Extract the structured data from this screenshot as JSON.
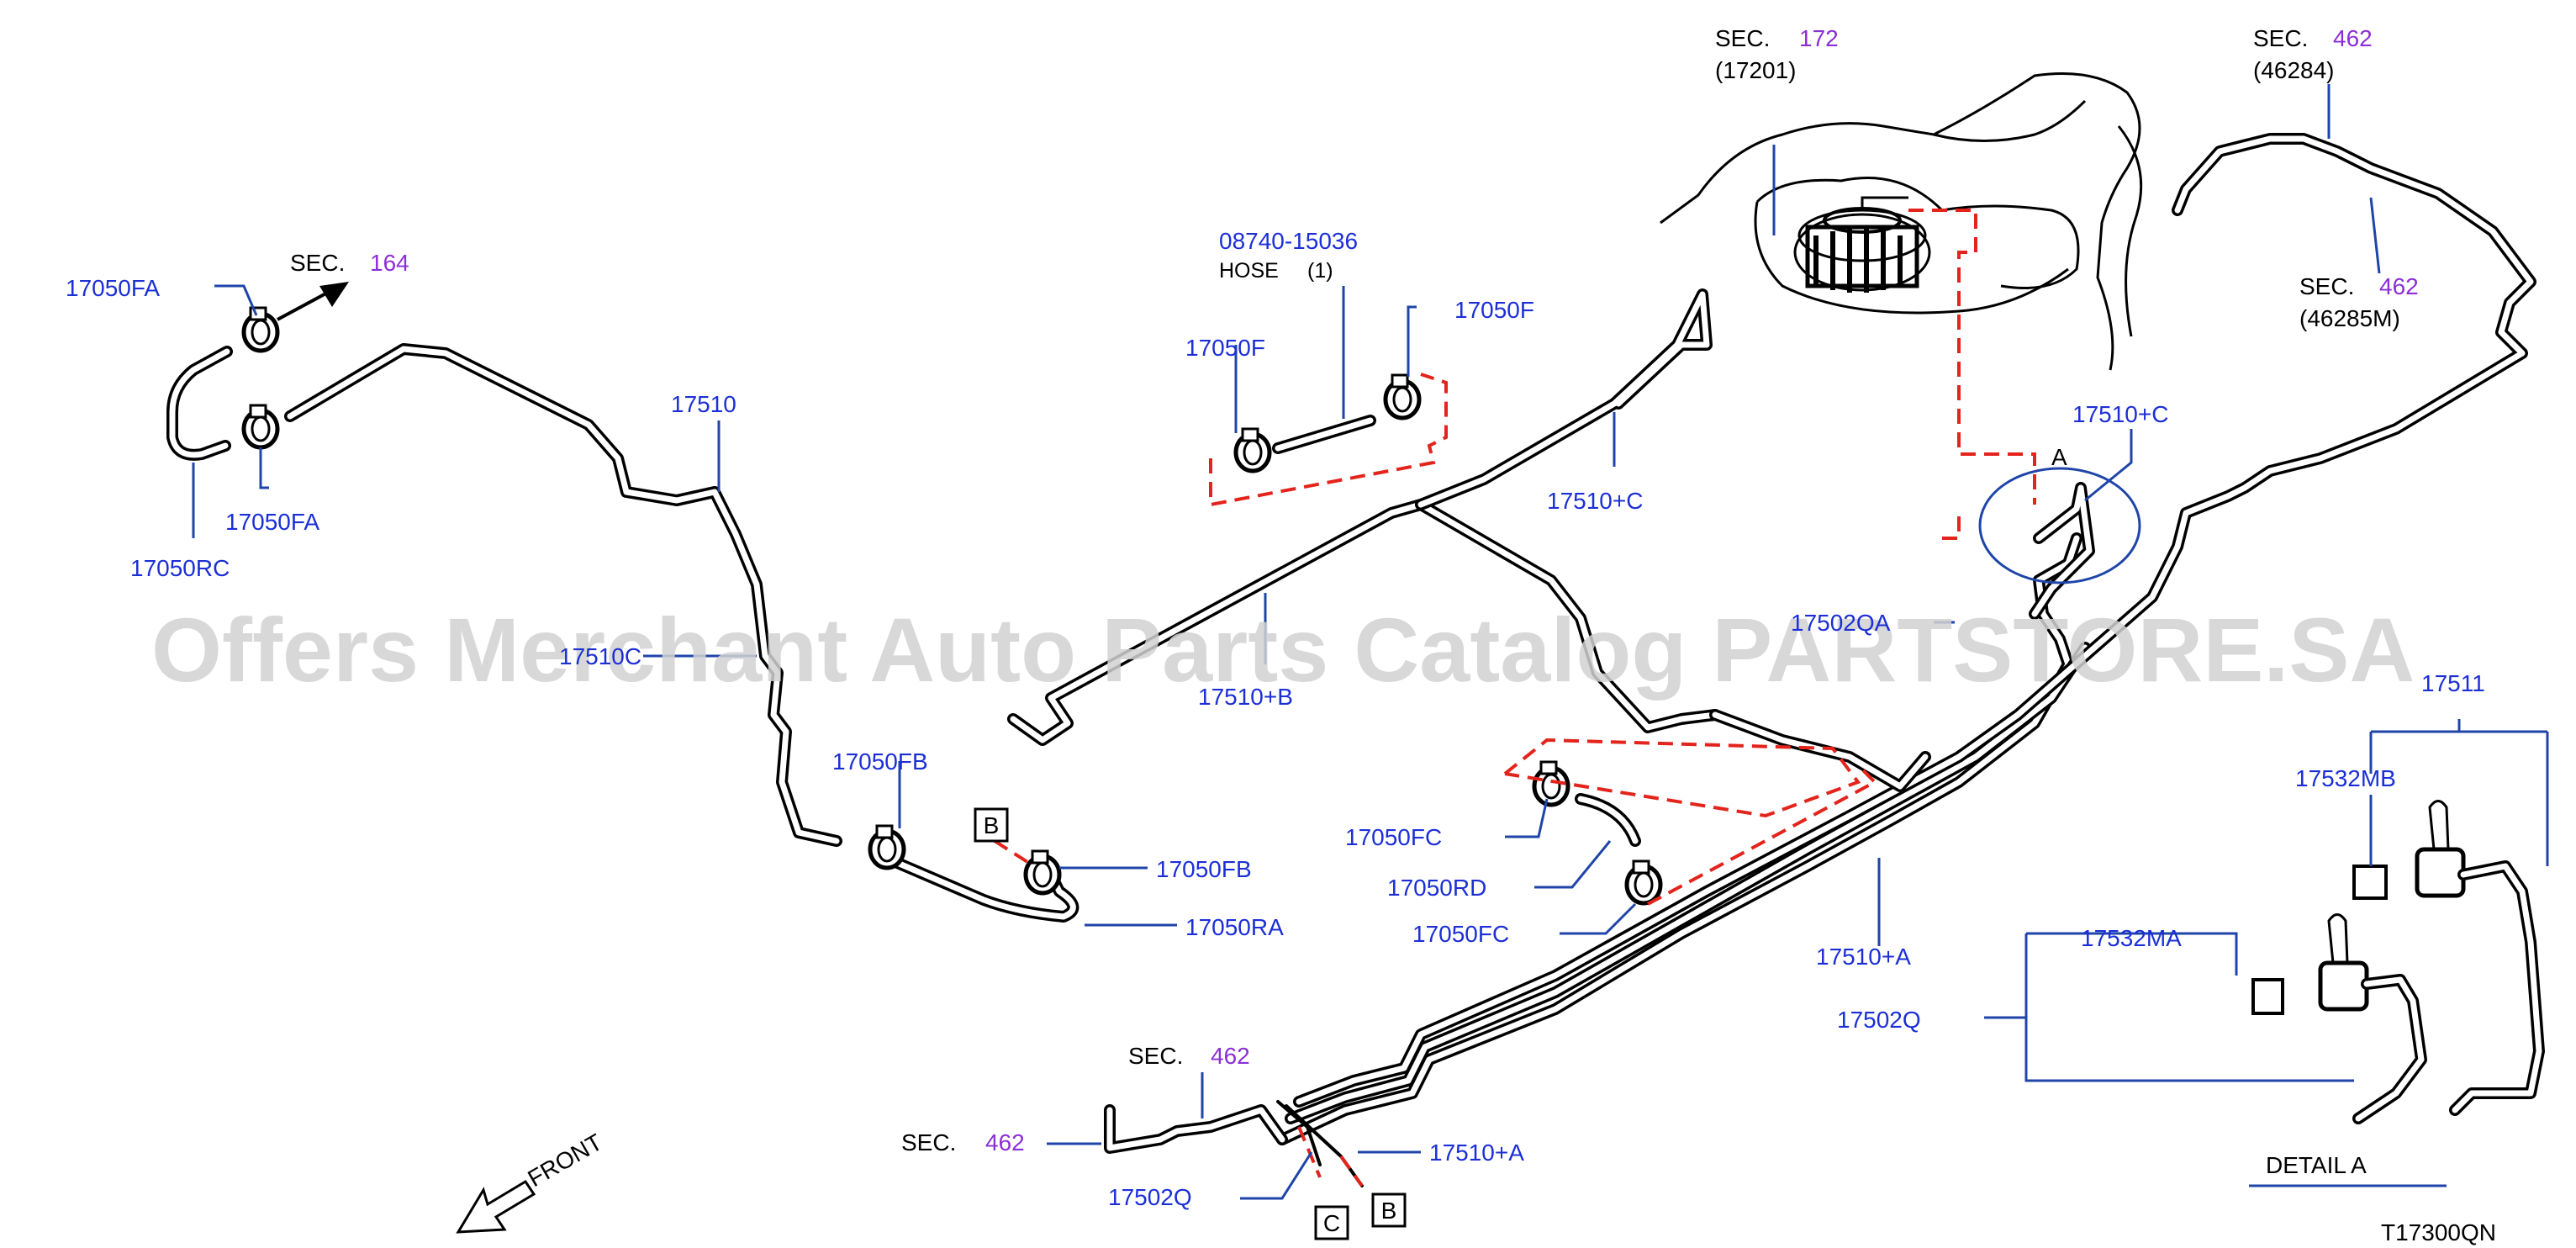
{
  "watermark": "Offers Merchant Auto Parts Catalog PARTSTORE.SA",
  "diagram_code": "T17300QN",
  "detail_label": "DETAIL A",
  "front_label": "FRONT",
  "markers": {
    "a_circle": "A",
    "b": "B",
    "c": "C"
  },
  "sections": {
    "sec164": {
      "prefix": "SEC.",
      "num": "164"
    },
    "sec172": {
      "prefix": "SEC.",
      "num": "172",
      "ref": "(17201)"
    },
    "sec462_top": {
      "prefix": "SEC.",
      "num": "462",
      "ref": "(46284)"
    },
    "sec462_mid": {
      "prefix": "SEC.",
      "num": "462",
      "ref": "(46285M)"
    },
    "sec462_bot1": {
      "prefix": "SEC.",
      "num": "462"
    },
    "sec462_bot2": {
      "prefix": "SEC.",
      "num": "462"
    }
  },
  "hose": {
    "part": "08740-15036",
    "name": "HOSE",
    "qty": "(1)"
  },
  "parts": {
    "p17050FA_1": "17050FA",
    "p17050FA_2": "17050FA",
    "p17050RC": "17050RC",
    "p17510": "17510",
    "p17510C_partial": "17510C",
    "p17050F_1": "17050F",
    "p17050F_2": "17050F",
    "p17510plusC_1": "17510+C",
    "p17510plusC_2": "17510+C",
    "p17510plusB": "17510+B",
    "p17502QA": "17502QA",
    "p17511": "17511",
    "p17532MB": "17532MB",
    "p17532MA": "17532MA",
    "p17502Q_1": "17502Q",
    "p17502Q_2": "17502Q",
    "p17050FB_1": "17050FB",
    "p17050FB_2": "17050FB",
    "p17050RA": "17050RA",
    "p17050FC_1": "17050FC",
    "p17050FC_2": "17050FC",
    "p17050RD": "17050RD",
    "p17510plusA_1": "17510+A",
    "p17510plusA_2": "17510+A"
  },
  "colors": {
    "part_label": "#1c2fd6",
    "section_num": "#8b2fd6",
    "leader": "#1f45a8",
    "dashed_hint": "#e3241c"
  }
}
